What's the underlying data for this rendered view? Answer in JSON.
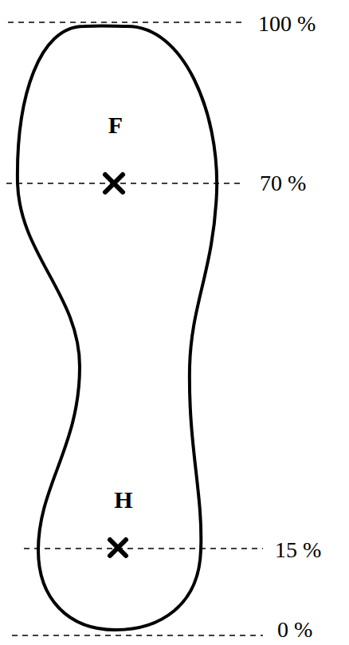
{
  "diagram": {
    "labels": [
      "100 %",
      "F",
      "70 %",
      "H",
      "15 %",
      "0 %"
    ]
  }
}
